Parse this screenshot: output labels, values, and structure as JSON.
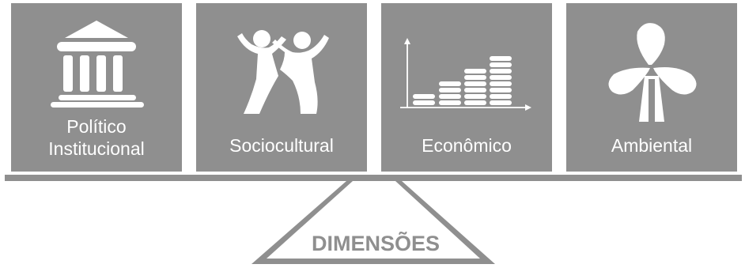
{
  "dimensions": [
    {
      "id": "politico",
      "label_lines": [
        "Político",
        "Institucional"
      ],
      "icon": "government-building-icon"
    },
    {
      "id": "sociocultural",
      "label_lines": [
        "Sociocultural"
      ],
      "icon": "people-celebrating-icon"
    },
    {
      "id": "economico",
      "label_lines": [
        "Econômico"
      ],
      "icon": "coin-stacks-chart-icon"
    },
    {
      "id": "ambiental",
      "label_lines": [
        "Ambiental"
      ],
      "icon": "wind-turbine-icon"
    }
  ],
  "base": {
    "label": "DIMENSÕES"
  },
  "colors": {
    "box": "#8f8f8f",
    "icon": "#ffffff",
    "text": "#ffffff",
    "base": "#8f8f8f"
  }
}
